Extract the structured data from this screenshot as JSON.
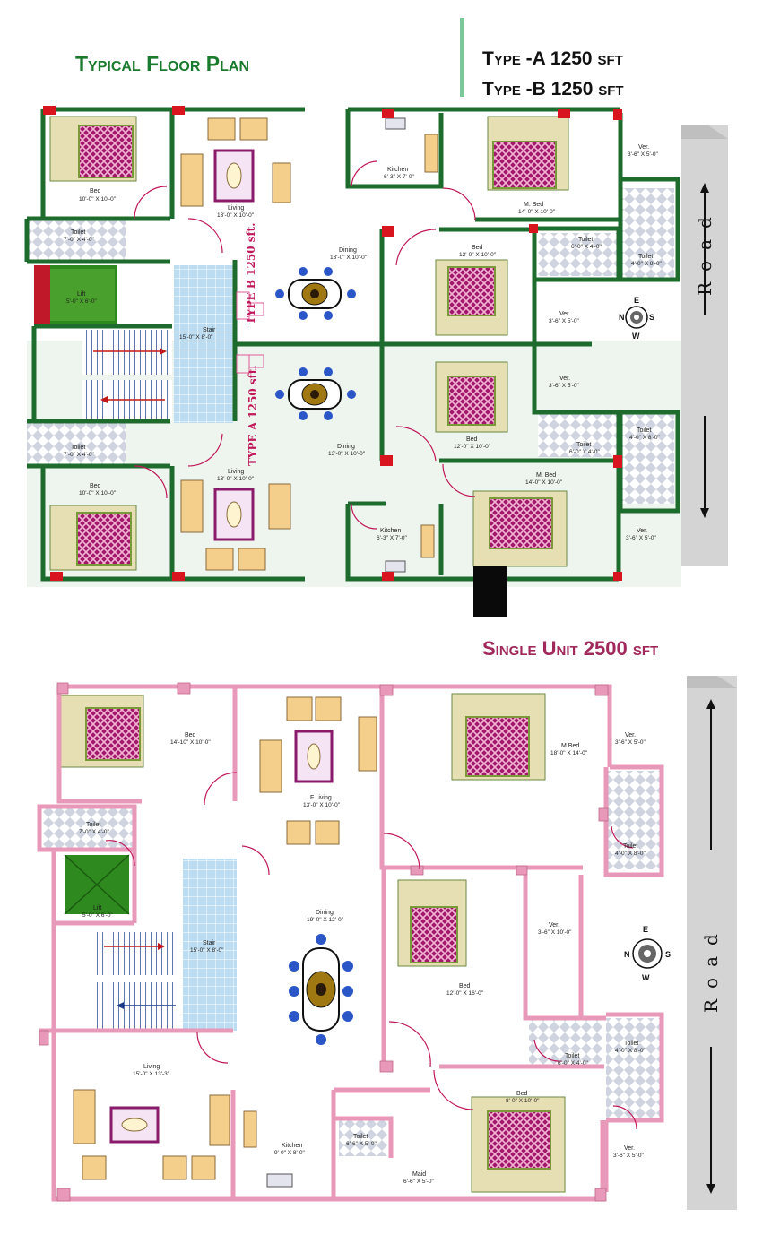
{
  "titles": {
    "typical": "Typical Floor Plan",
    "type_a": "Type -A 1250 sft",
    "type_b": "Type -B 1250 sft",
    "single": "Single Unit 2500 sft"
  },
  "vertical_labels": {
    "type_b": "TYPE B 1250 sft.",
    "type_a": "TYPE A 1250 sft."
  },
  "road_label": "Road",
  "compass": [
    "N",
    "E",
    "S",
    "W"
  ],
  "top_rooms": [
    {
      "name": "Bed",
      "size": "10'-0\" X 10'-0\""
    },
    {
      "name": "Living",
      "size": "13'-0\" X 10'-0\""
    },
    {
      "name": "Kitchen",
      "size": "6'-3\" X 7'-0\""
    },
    {
      "name": "M. Bed",
      "size": "14'-0\" X 10'-0\""
    },
    {
      "name": "Ver.",
      "size": "3'-6\" X 5'-0\""
    },
    {
      "name": "Toilet",
      "size": "7'-0\" X 4'-0\""
    },
    {
      "name": "Toilet",
      "size": "6'-0\" X 4'-0\""
    },
    {
      "name": "Toilet",
      "size": "4'-0\" X 8'-0\""
    },
    {
      "name": "Lift",
      "size": "5'-0\" X 6'-0\""
    },
    {
      "name": "Dining",
      "size": "13'-0\" X 10'-0\""
    },
    {
      "name": "Bed",
      "size": "12'-0\" X 10'-0\""
    },
    {
      "name": "Stair",
      "size": "15'-0\" X 8'-0\""
    },
    {
      "name": "Ver.",
      "size": "3'-6\" X 5'-0\""
    },
    {
      "name": "Ver.",
      "size": "3'-6\" X 5'-0\""
    },
    {
      "name": "Toilet",
      "size": "7'-0\" X 4'-0\""
    },
    {
      "name": "Dining",
      "size": "13'-0\" X 10'-0\""
    },
    {
      "name": "Bed",
      "size": "12'-0\" X 10'-0\""
    },
    {
      "name": "Toilet",
      "size": "6'-0\" X 4'-0\""
    },
    {
      "name": "Toilet",
      "size": "4'-0\" X 8'-0\""
    },
    {
      "name": "Living",
      "size": "13'-0\" X 10'-0\""
    },
    {
      "name": "Bed",
      "size": "10'-0\" X 10'-0\""
    },
    {
      "name": "M. Bed",
      "size": "14'-0\" X 10'-0\""
    },
    {
      "name": "Kitchen",
      "size": "6'-3\" X 7'-0\""
    },
    {
      "name": "Ver.",
      "size": "3'-6\" X 5'-0\""
    }
  ],
  "bottom_rooms": [
    {
      "name": "Bed",
      "size": "14'-10\" X 10'-0\""
    },
    {
      "name": "M.Bed",
      "size": "18'-0\" X 14'-0\""
    },
    {
      "name": "Ver.",
      "size": "3'-6\" X 5'-0\""
    },
    {
      "name": "F.Living",
      "size": "13'-0\" X 10'-0\""
    },
    {
      "name": "Toilet",
      "size": "7'-0\" X 4'-0\""
    },
    {
      "name": "Toilet",
      "size": "4'-0\" X 8'-0\""
    },
    {
      "name": "Lift",
      "size": "5'-0\" X 6'-0\""
    },
    {
      "name": "Dining",
      "size": "19'-0\" X 12'-0\""
    },
    {
      "name": "Stair",
      "size": "15'-0\" X 8'-0\""
    },
    {
      "name": "Ver.",
      "size": "3'-6\" X 10'-0\""
    },
    {
      "name": "Bed",
      "size": "12'-0\" X 16'-0\""
    },
    {
      "name": "Toilet",
      "size": "6'-0\" X 4'-0\""
    },
    {
      "name": "Toilet",
      "size": "4'-0\" X 8'-0\""
    },
    {
      "name": "Living",
      "size": "15'-0\" X 13'-3\""
    },
    {
      "name": "Bed",
      "size": "8'-0\" X 10'-0\""
    },
    {
      "name": "Kitchen",
      "size": "9'-0\" X 8'-0\""
    },
    {
      "name": "Toilet",
      "size": "6'-6\" X 5'-0\""
    },
    {
      "name": "Maid",
      "size": "6'-6\" X 5'-0\""
    },
    {
      "name": "Ver.",
      "size": "3'-6\" X 5'-0\""
    }
  ],
  "colors": {
    "title_green": "#1a7a2e",
    "title_pink": "#a0285a",
    "wall_green": "#1e6b2e",
    "wall_pink": "#e898b8",
    "column_red": "#d8141e",
    "stair_blue": "#bcdcf2",
    "lift_green": "#2e8a1e",
    "road_gray": "#d4d4d4",
    "bed_magenta": "#a0186a"
  }
}
